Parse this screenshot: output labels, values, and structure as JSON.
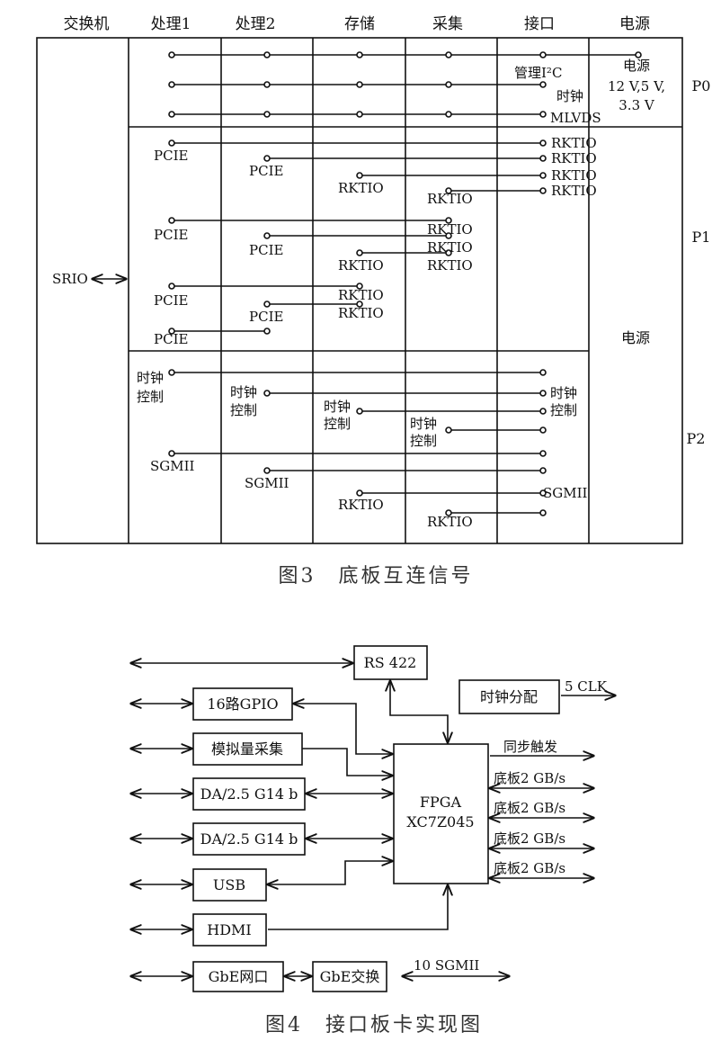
{
  "fig3": {
    "columns": [
      "交换机",
      "处理1",
      "处理2",
      "存储",
      "采集",
      "接口",
      "电源"
    ],
    "connectors": [
      "P0",
      "P1",
      "P2"
    ],
    "srio": "SRIO",
    "p0_power": [
      "电源",
      "12 V,5 V,",
      "3.3 V"
    ],
    "p0_signals": [
      "管理I²C",
      "时钟",
      "MLVDS"
    ],
    "pcie": "PCIE",
    "rktio": "RKTIO",
    "clock_ctrl": [
      "时钟",
      "控制"
    ],
    "sgmii": "SGMII",
    "power": "电源",
    "caption": "图3　底板互连信号"
  },
  "fig4": {
    "rs422": "RS 422",
    "clock_dist": "时钟分配",
    "clk_out": "5 CLK",
    "gpio": "16路GPIO",
    "analog": "模拟量采集",
    "da1": "DA/2.5 G14 b",
    "da2": "DA/2.5 G14 b",
    "usb": "USB",
    "hdmi": "HDMI",
    "gbe_port": "GbE网口",
    "gbe_switch": "GbE交换",
    "sgmii10": "10 SGMII",
    "fpga": [
      "FPGA",
      "XC7Z045"
    ],
    "sync": "同步触发",
    "backplane": [
      "底板2 GB/s",
      "底板2 GB/s",
      "底板2 GB/s",
      "底板2 GB/s"
    ],
    "caption": "图4　接口板卡实现图"
  }
}
